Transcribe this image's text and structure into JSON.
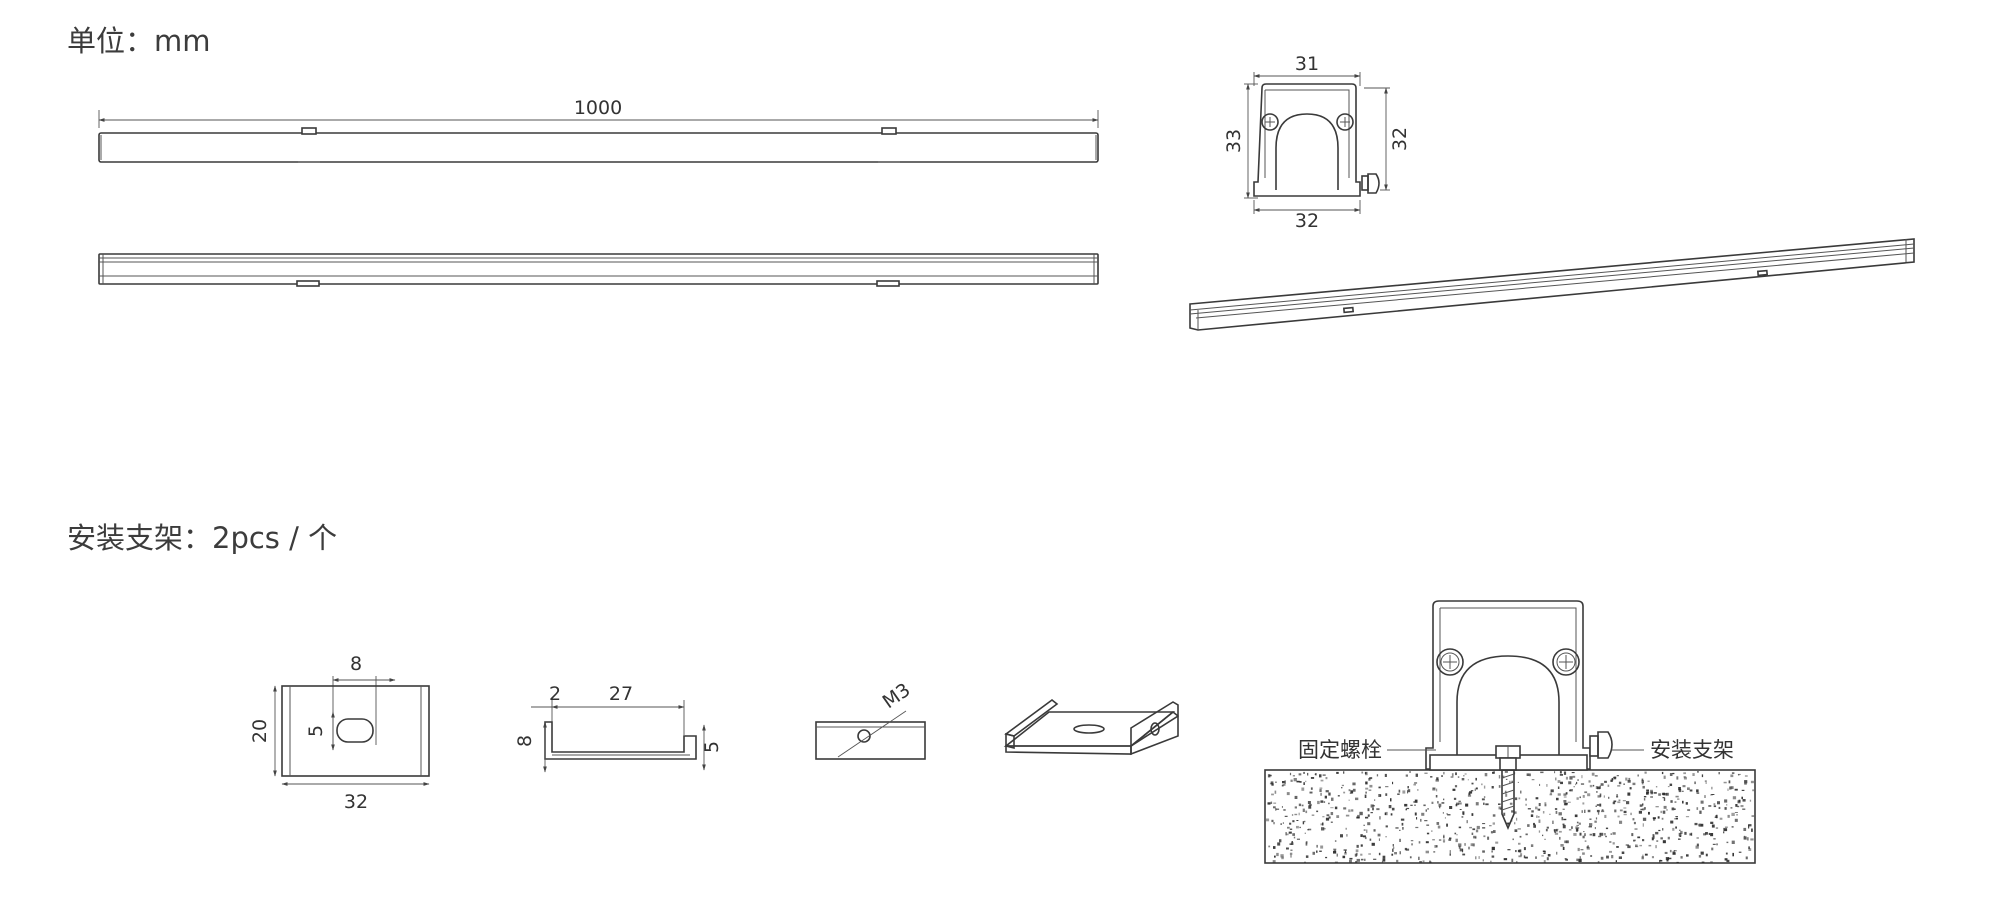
{
  "headings": {
    "unit": "单位：mm",
    "bracket": "安装支架：2pcs / 个"
  },
  "dimensions": {
    "length": "1000",
    "section_top_width": "31",
    "section_left_height": "33",
    "section_right_height": "32",
    "section_bottom_width": "32",
    "bracket_front_slot_width": "8",
    "bracket_front_height": "20",
    "bracket_front_slot_height": "5",
    "bracket_front_width": "32",
    "bracket_side_thickness": "2",
    "bracket_side_width": "27",
    "bracket_side_height": "8",
    "bracket_side_lip": "5",
    "screw_spec": "M3"
  },
  "labels": {
    "fixing_bolt": "固定螺栓",
    "mounting_bracket": "安装支架"
  },
  "colors": {
    "line": "#3a3a3a",
    "text": "#333333",
    "concrete_speckle": "#2b2b2b"
  }
}
